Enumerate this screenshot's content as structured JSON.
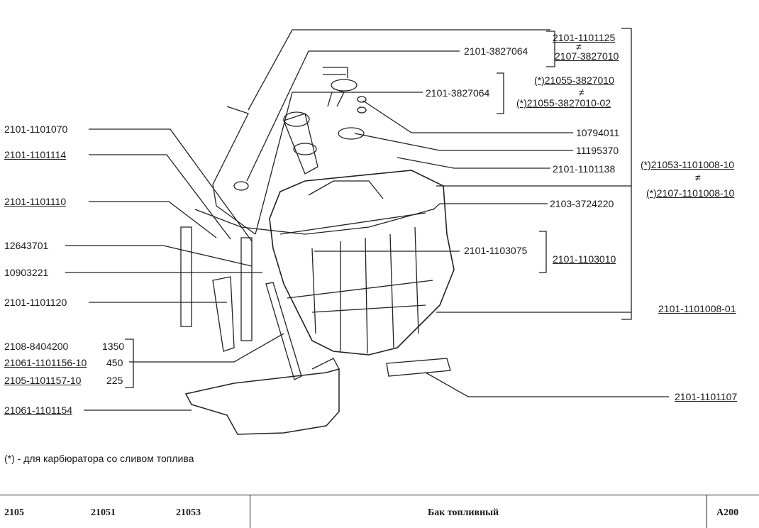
{
  "labels": {
    "l_2101_1101125": "2101-1101125",
    "l_2107_3827010": "2107-3827010",
    "l_2101_3827064_top": "2101-3827064",
    "l_21055_3827010": "(*)21055-3827010",
    "l_2101_3827064_mid": "2101-3827064",
    "l_21055_3827010_02": "(*)21055-3827010-02",
    "l_10794011": "10794011",
    "l_11195370": "11195370",
    "l_2101_1101138": "2101-1101138",
    "l_21053_1101008_10": "(*)21053-1101008-10",
    "l_2107_1101008_10": "(*)2107-1101008-10",
    "l_2103_3724220": "2103-3724220",
    "l_2101_1103075": "2101-1103075",
    "l_2101_1103010": "2101-1103010",
    "l_2101_1101008_01": "2101-1101008-01",
    "l_2101_1101107": "2101-1101107",
    "l_2101_1101070": "2101-1101070",
    "l_2101_1101114": "2101-1101114",
    "l_2101_1101110": "2101-1101110",
    "l_12643701": "12643701",
    "l_10903221": "10903221",
    "l_2101_1101120": "2101-1101120",
    "l_2108_8404200": "2108-8404200",
    "q_1350": "1350",
    "l_21061_1101156_10": "21061-1101156-10",
    "q_450": "450",
    "l_2105_1101157_10": "2105-1101157-10",
    "q_225": "225",
    "l_21061_1101154": "21061-1101154",
    "neq": "≠"
  },
  "footnote": "(*) - для карбюратора со сливом топлива",
  "title_block": {
    "model_1": "2105",
    "model_2": "21051",
    "model_3": "21053",
    "title": "Бак топливный",
    "sheet": "A200"
  }
}
